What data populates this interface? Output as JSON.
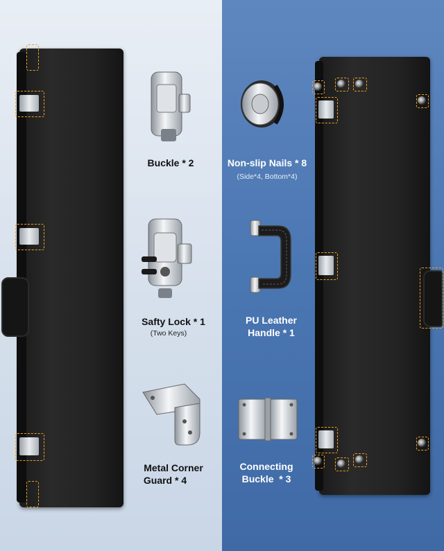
{
  "items": {
    "buckle": {
      "label": "Buckle * 2"
    },
    "nails": {
      "label": "Non-slip Nails * 8",
      "sub": "(Side*4, Bottom*4)"
    },
    "lock": {
      "label": "Safty Lock * 1",
      "sub": "(Two Keys)"
    },
    "handle": {
      "label_line1": "PU Leather",
      "label_line2": "Handle * 1"
    },
    "corner": {
      "label_line1": "Metal Corner",
      "label_line2": "Guard * 4"
    },
    "connect": {
      "label_line1": "Connecting",
      "label_line2": "Buckle  * 3"
    }
  },
  "colors": {
    "left_bg": "#e3eaf3",
    "right_bg": "#4a76b2",
    "highlight": "#f0a020",
    "case": "#1f1f1f"
  }
}
